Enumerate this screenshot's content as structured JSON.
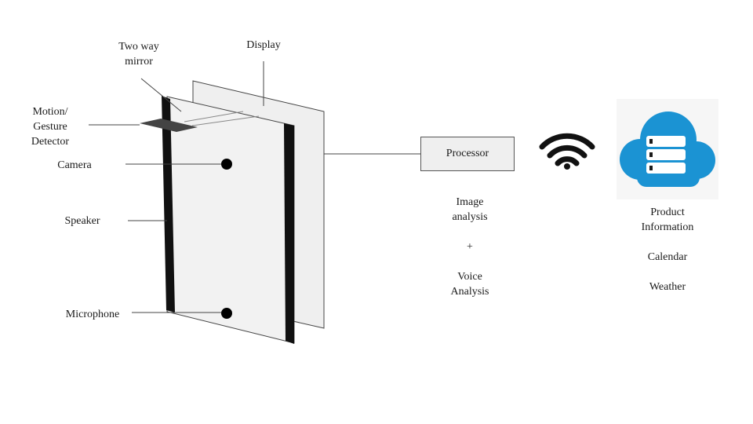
{
  "labels": {
    "two_way_mirror": [
      "Two way",
      "mirror"
    ],
    "display": "Display",
    "motion_detector": [
      "Motion/",
      "Gesture",
      "Detector"
    ],
    "camera": "Camera",
    "speaker": "Speaker",
    "microphone": "Microphone"
  },
  "processor": {
    "label": "Processor",
    "analysis": [
      "Image",
      "analysis",
      "+",
      "Voice",
      "Analysis"
    ]
  },
  "cloud_services": [
    "Product",
    "Information",
    "Calendar",
    "Weather"
  ],
  "icons": {
    "wifi": "wifi-icon",
    "cloud": "cloud-server-icon"
  },
  "colors": {
    "cloud_blue": "#1b93d3",
    "panel_fill": "#efefef",
    "frame": "#111111"
  }
}
